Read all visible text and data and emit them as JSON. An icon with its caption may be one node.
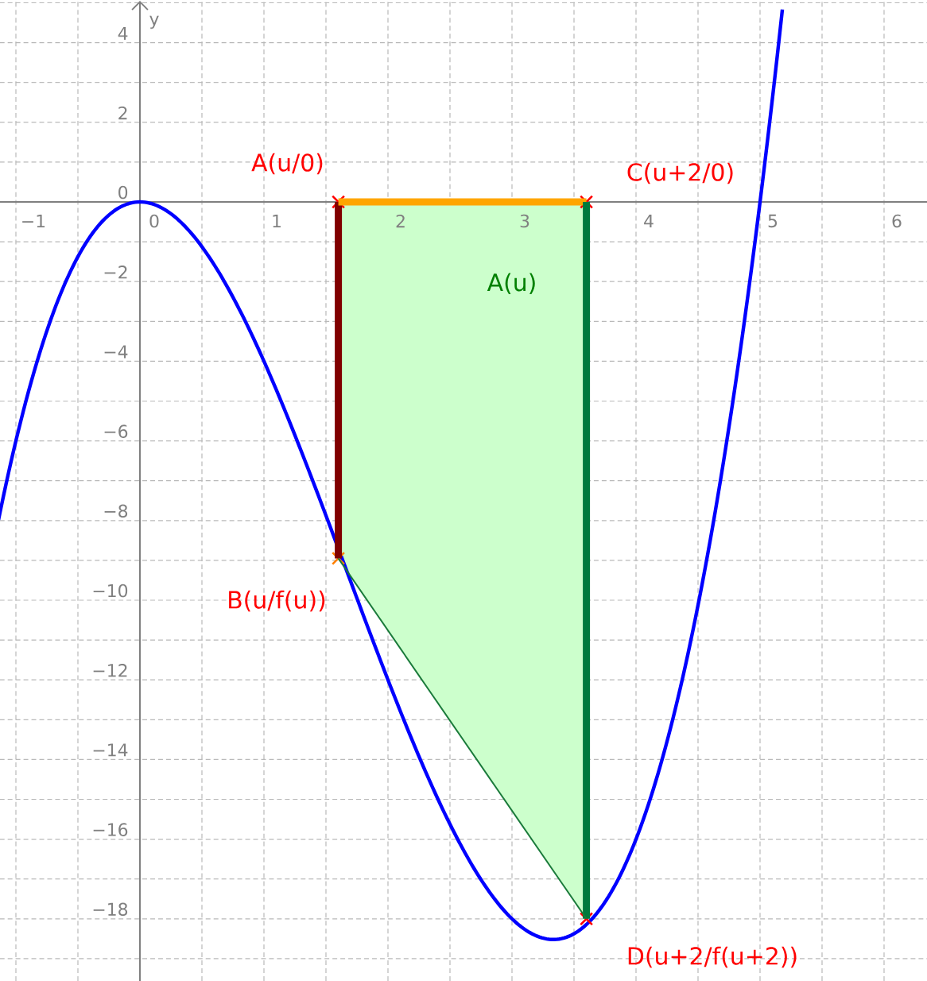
{
  "diagram": {
    "nodes": [
      {
        "text": [],
        "shape": "cross",
        "beside": [
          "A(u/0)"
        ]
      },
      {
        "text": [],
        "shape": "cross",
        "beside": [
          "C(u+2/0)"
        ]
      },
      {
        "text": [
          "A(u)"
        ]
      },
      {
        "text": [],
        "shape": "cross",
        "beside": [
          "B(u/f(u))"
        ]
      },
      {
        "text": [],
        "shape": "cross",
        "beside": [
          "D(u+2/f(u+2))"
        ]
      }
    ],
    "edges": [
      {
        "from": 0,
        "to": 3,
        "arrow": "none",
        "color": "#800000"
      },
      {
        "from": 0,
        "to": 1,
        "arrow": "none",
        "color": "#ffa500"
      },
      {
        "from": 1,
        "to": 4,
        "arrow": "none",
        "color": "#007a3d"
      },
      {
        "from": 3,
        "to": 4,
        "arrow": "none",
        "color": "#1a7a3a"
      }
    ],
    "labels": [
      "y",
      "4",
      "2",
      "0",
      "−1",
      "0",
      "1",
      "2",
      "3",
      "4",
      "5",
      "6",
      "−2",
      "−4",
      "−6",
      "−8",
      "−10",
      "−12",
      "−14",
      "−16",
      "−18"
    ]
  }
}
